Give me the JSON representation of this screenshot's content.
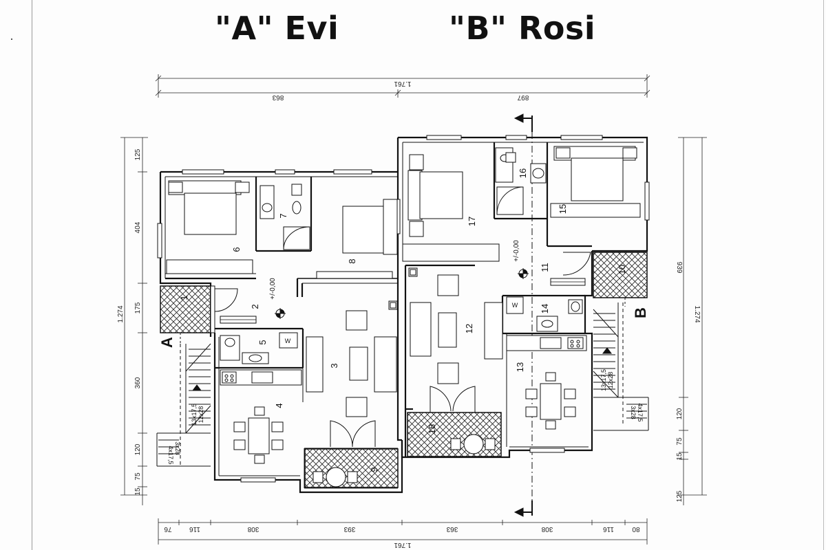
{
  "titles": {
    "unit_a": "\"A\" Evi",
    "unit_b": "\"B\" Rosi"
  },
  "dimensions": {
    "top_total": "1.761",
    "top_left": "863",
    "top_right": "897",
    "bottom_total": "1.761",
    "bottom_segments": [
      "76",
      "116",
      "308",
      "393",
      "363",
      "308",
      "116",
      "80"
    ],
    "left_total": "1.274",
    "left_segments": [
      "125",
      "404",
      "175",
      "360",
      "120",
      "75",
      "15"
    ],
    "right_total": "1.274",
    "right_overall": "939",
    "right_segments": [
      "120",
      "75",
      "15",
      "125"
    ]
  },
  "rooms": [
    "1",
    "2",
    "3",
    "4",
    "5",
    "6",
    "7",
    "8",
    "9",
    "10",
    "11",
    "12",
    "13",
    "14",
    "15",
    "16",
    "17",
    "18"
  ],
  "elevations": {
    "unit_a": "+/-0,00",
    "unit_b": "+/-0,00"
  },
  "section_marks": {
    "left": "A",
    "right": "B"
  },
  "stairs": {
    "left": {
      "main": "13x17,5",
      "tread": "12x28",
      "landing_a": "3x28",
      "landing_b": "4x17,5"
    },
    "right": {
      "main": "13x17,5",
      "tread": "12x28",
      "landing_a": "3x28",
      "landing_b": "4x17,5"
    }
  },
  "fixtures": {
    "washer_a": "W",
    "washer_b": "W"
  }
}
